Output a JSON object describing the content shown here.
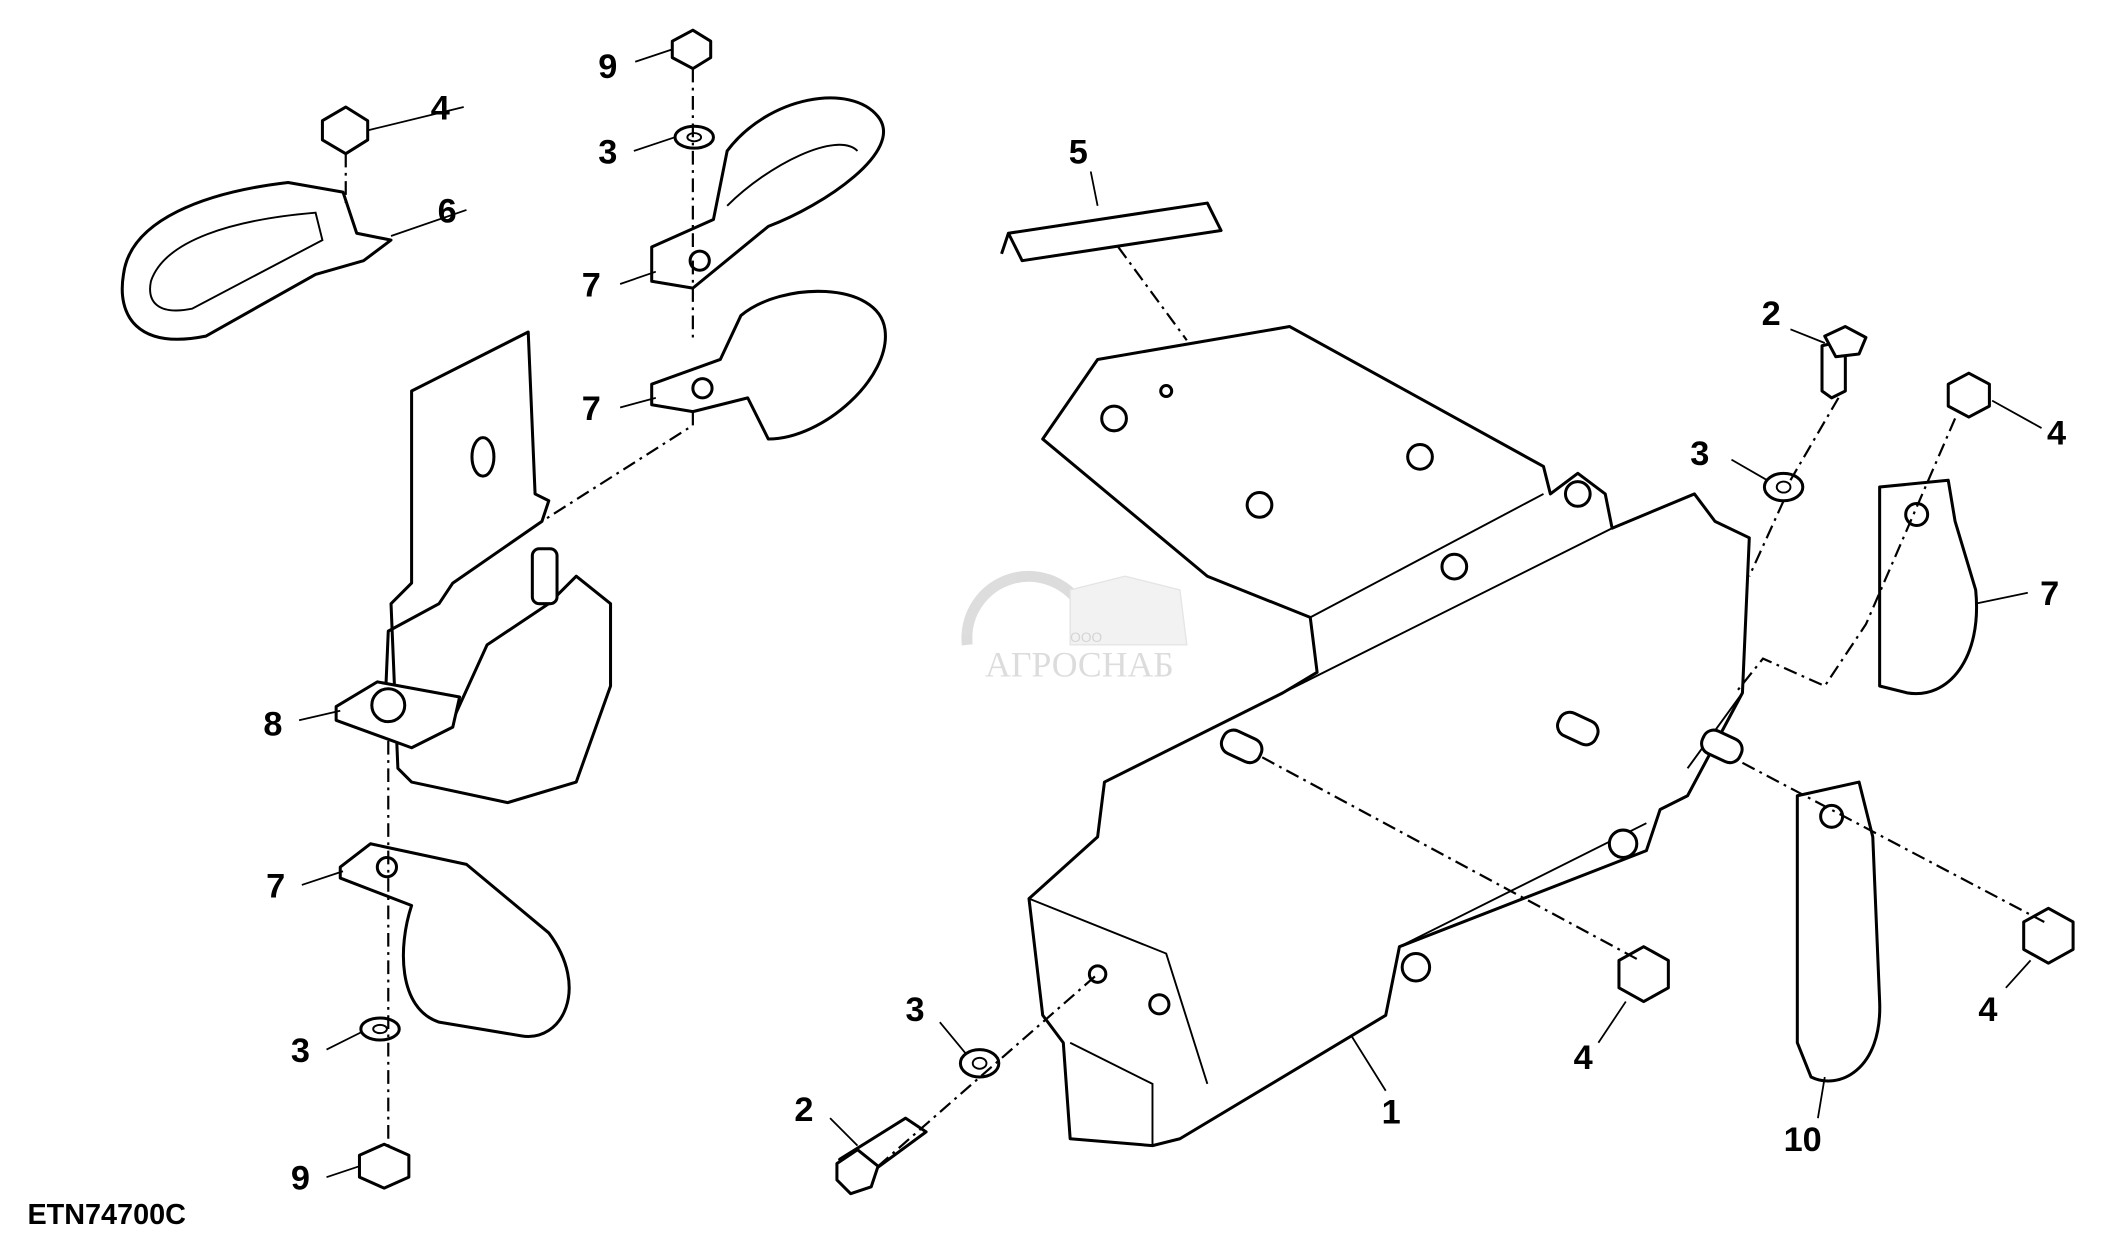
{
  "diagram": {
    "figure_code": "ETN74700C",
    "callouts": [
      "9",
      "4",
      "3",
      "6",
      "7",
      "7",
      "5",
      "2",
      "3",
      "4",
      "7",
      "8",
      "7",
      "3",
      "9",
      "3",
      "2",
      "1",
      "4",
      "10",
      "4"
    ],
    "watermark": {
      "prefix": "ООО",
      "name": "АГРОСНАБ"
    }
  }
}
